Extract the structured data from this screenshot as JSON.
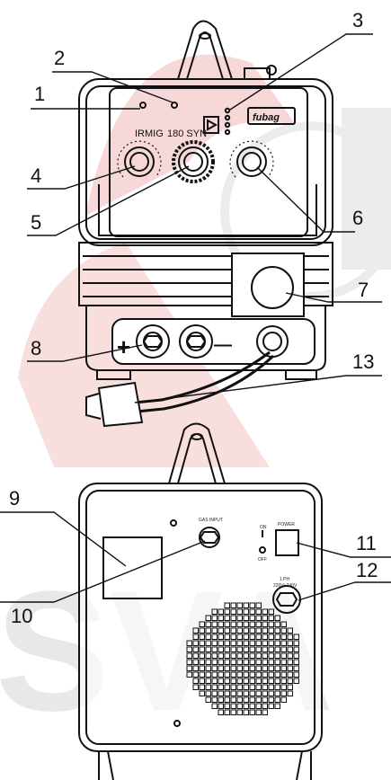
{
  "callouts": {
    "c1": "1",
    "c2": "2",
    "c3": "3",
    "c4": "4",
    "c5": "5",
    "c6": "6",
    "c7": "7",
    "c8": "8",
    "c9": "9",
    "c10": "10",
    "c11": "11",
    "c12": "12",
    "c13": "13"
  },
  "front_panel": {
    "model": "180 SYN",
    "brand": "fubag",
    "polarity_plus": "+",
    "polarity_minus": "—"
  },
  "rear_panel": {
    "gas_label": "GAS INPUT",
    "on_label": "ON",
    "off_label": "OFF",
    "power_label": "POWER",
    "phase_label": "1 PH",
    "voltage_label": "220V~240V"
  },
  "watermark": {
    "text": "SVA"
  },
  "colors": {
    "watermark_red": "#f6d6d6",
    "watermark_gray": "#e6e6e6",
    "line": "#111111"
  }
}
